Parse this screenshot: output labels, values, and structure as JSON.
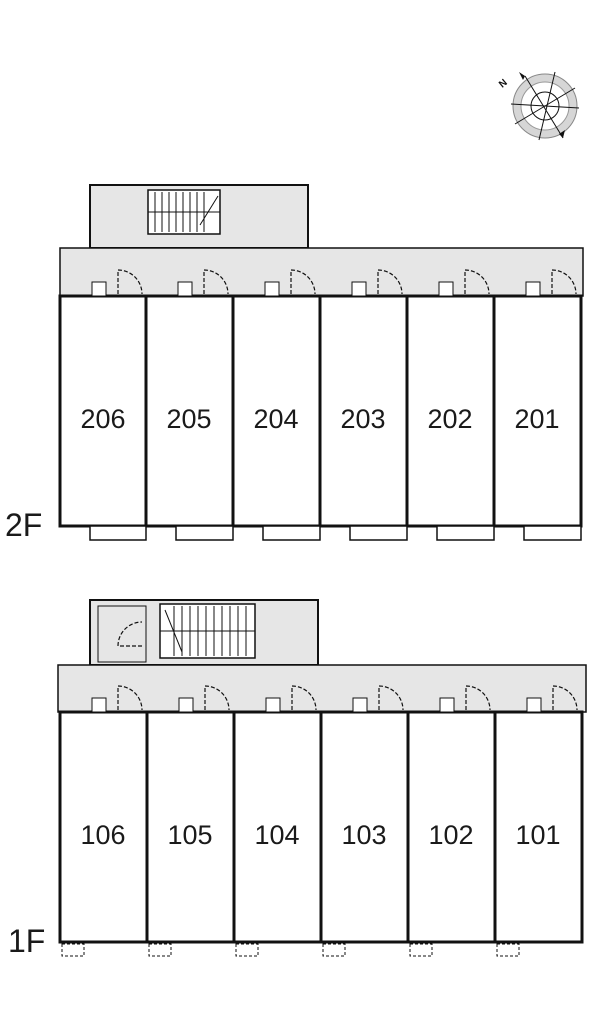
{
  "compass": {
    "north_label": "N",
    "icon": "compass-rose-icon"
  },
  "floors": [
    {
      "id": "2F",
      "label": "2F",
      "rooms": [
        "206",
        "205",
        "204",
        "203",
        "202",
        "201"
      ]
    },
    {
      "id": "1F",
      "label": "1F",
      "rooms": [
        "106",
        "105",
        "104",
        "103",
        "102",
        "101"
      ]
    }
  ],
  "colors": {
    "wall": "#111111",
    "corridor": "#e6e6e6",
    "room_fill": "#ffffff"
  }
}
